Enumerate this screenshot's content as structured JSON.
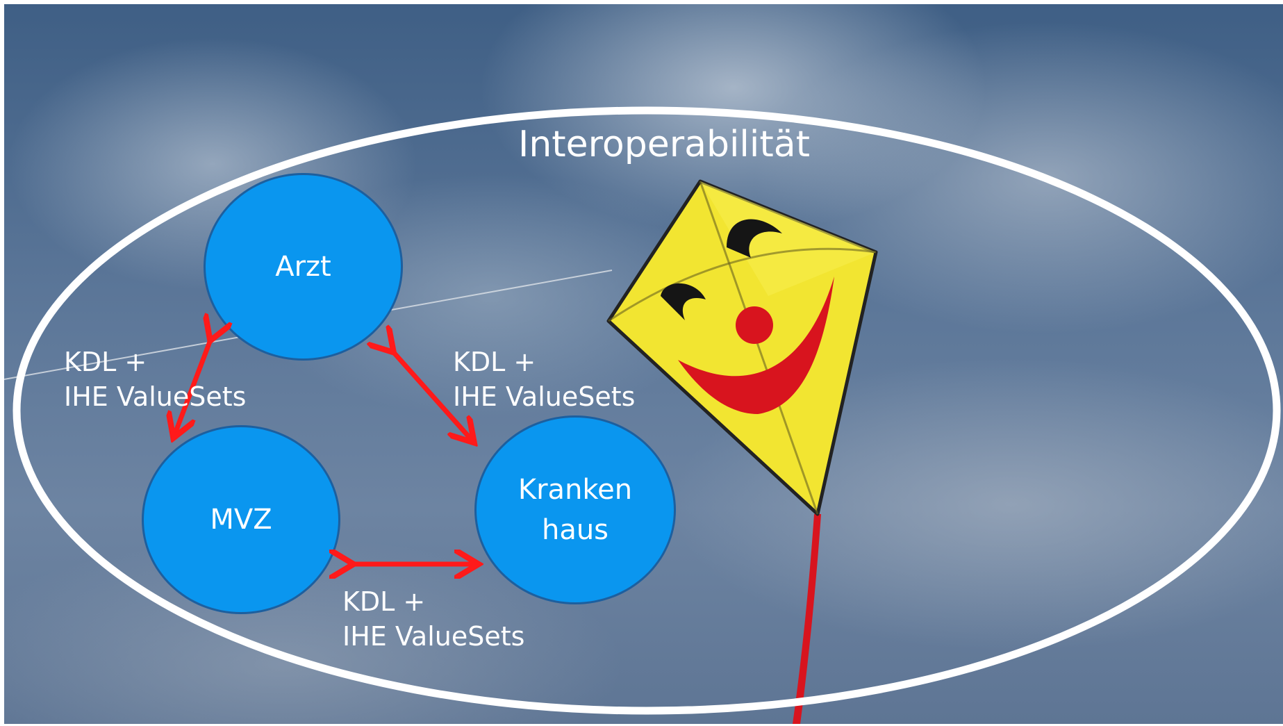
{
  "title": "Interoperabilität",
  "nodes": {
    "arzt": "Arzt",
    "mvz": "MVZ",
    "krankenhaus": "Kranken\nhaus"
  },
  "connections": {
    "arzt_mvz": "KDL +\nIHE ValueSets",
    "arzt_krankenhaus": "KDL +\nIHE ValueSets",
    "mvz_krankenhaus": "KDL +\nIHE ValueSets"
  },
  "colors": {
    "node_fill": "#0a96ef",
    "arrow": "#ff1a1a",
    "ellipse_stroke": "#ffffff",
    "kite_yellow": "#f2e531",
    "kite_red": "#d8141e"
  },
  "background": "kite-photo"
}
